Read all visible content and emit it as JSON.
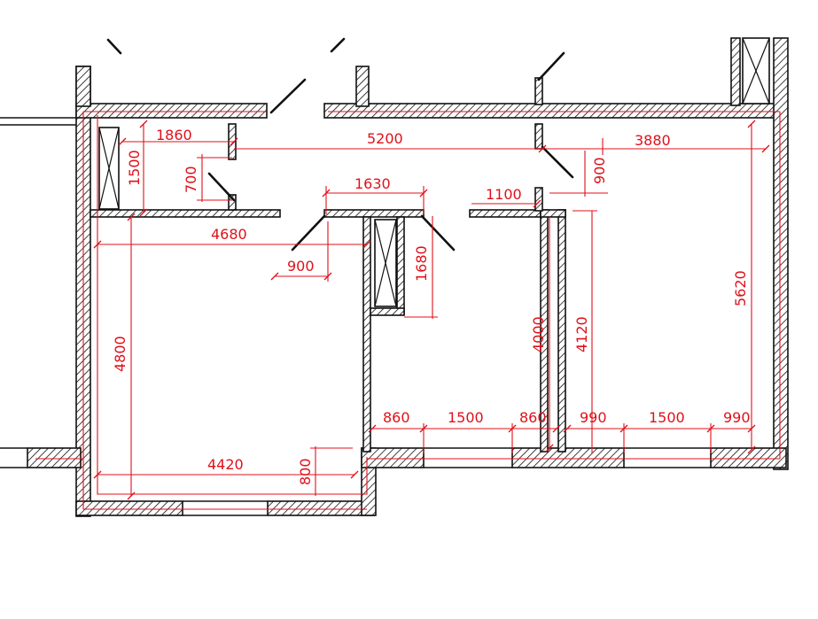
{
  "colors": {
    "dimension": "#e0101a",
    "wall": "#111111",
    "background": "#ffffff"
  },
  "dimensions": {
    "d1860": "1860",
    "d5200": "5200",
    "d3880": "3880",
    "d1500_left": "1500",
    "d700": "700",
    "d1630": "1630",
    "d1100": "1100",
    "d900_right": "900",
    "d4680": "4680",
    "d900_mid": "900",
    "d1680": "1680",
    "d5620": "5620",
    "d4000": "4000",
    "d4120": "4120",
    "d4800": "4800",
    "d860_a": "860",
    "d1500_a": "1500",
    "d860_b": "860",
    "d990_a": "990",
    "d1500_b": "1500",
    "d990_b": "990",
    "d4420": "4420",
    "d800": "800"
  }
}
